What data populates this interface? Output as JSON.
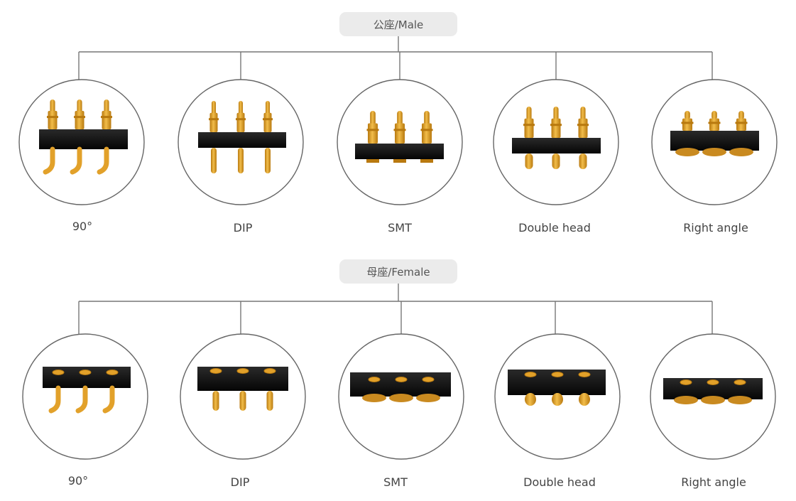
{
  "sections": [
    {
      "title": "公座/Male",
      "items": [
        {
          "label": "90°",
          "style": "male-90"
        },
        {
          "label": "DIP",
          "style": "male-dip"
        },
        {
          "label": "SMT",
          "style": "male-smt"
        },
        {
          "label": "Double head",
          "style": "male-double"
        },
        {
          "label": "Right angle",
          "style": "male-right"
        }
      ]
    },
    {
      "title": "母座/Female",
      "items": [
        {
          "label": "90°",
          "style": "female-90"
        },
        {
          "label": "DIP",
          "style": "female-dip"
        },
        {
          "label": "SMT",
          "style": "female-smt"
        },
        {
          "label": "Double head",
          "style": "female-double"
        },
        {
          "label": "Right angle",
          "style": "female-right"
        }
      ]
    }
  ],
  "colors": {
    "line": "#777777",
    "circle": "#666666",
    "pill": "#ebebeb",
    "pin": "#e2a12a",
    "pin_dark": "#b8790f",
    "body": "#111111",
    "label": "#444444"
  }
}
